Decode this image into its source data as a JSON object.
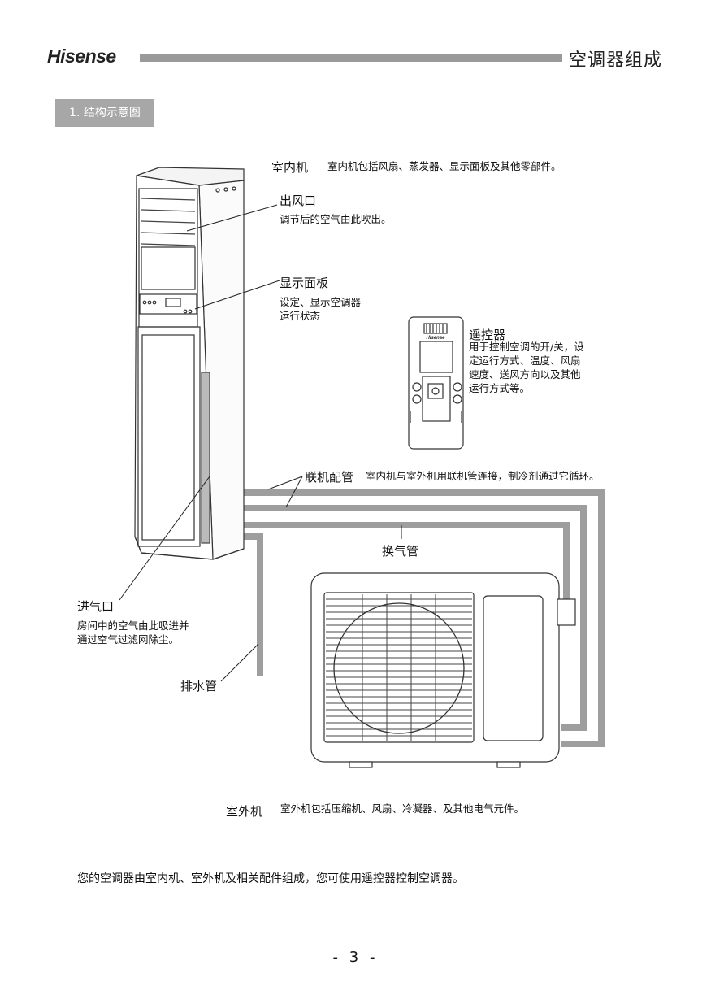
{
  "header": {
    "brand": "Hisense",
    "title": "空调器组成"
  },
  "section": {
    "title": "1. 结构示意图"
  },
  "indoor_unit": {
    "name": "室内机",
    "desc": "室内机包括风扇、蒸发器、显示面板及其他零部件。"
  },
  "labels": {
    "air_outlet": {
      "name": "出风口",
      "desc": "调节后的空气由此吹出。"
    },
    "display_panel": {
      "name": "显示面板",
      "desc_lines": [
        "设定、显示空调器",
        "运行状态"
      ]
    },
    "remote": {
      "name": "遥控器",
      "desc_lines": [
        "用于控制空调的开/关，设",
        "定运行方式、温度、风扇",
        "速度、送风方向以及其他",
        "运行方式等。"
      ],
      "brand": "Hisense"
    },
    "connecting_pipe": {
      "name": "联机配管",
      "desc": "室内机与室外机用联机管连接，制冷剂通过它循环。"
    },
    "vent_pipe": {
      "name": "换气管"
    },
    "air_inlet": {
      "name": "进气口",
      "desc_lines": [
        "房间中的空气由此吸进并",
        "通过空气过滤网除尘。"
      ]
    },
    "drain_pipe": {
      "name": "排水管"
    }
  },
  "outdoor_unit": {
    "name": "室外机",
    "desc": "室外机包括压缩机、风扇、冷凝器、及其他电气元件。"
  },
  "footer": {
    "text": "您的空调器由室内机、室外机及相关配件组成，您可使用遥控器控制空调器。",
    "page_number": "- 3 -"
  }
}
